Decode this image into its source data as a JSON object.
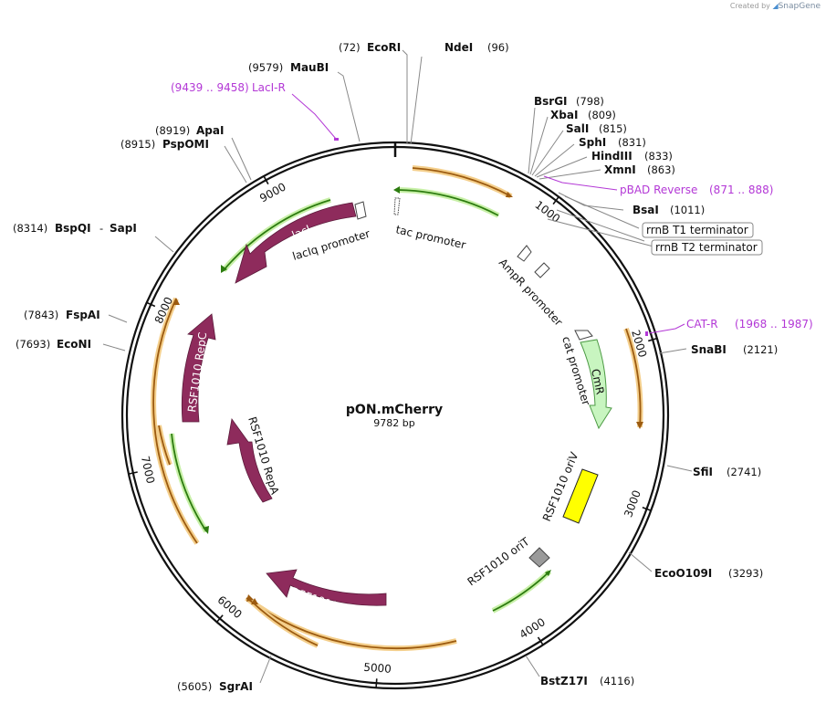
{
  "credit": {
    "prefix": "Created by",
    "brand": "SnapGene"
  },
  "plasmid": {
    "name": "pON.mCherry",
    "length_label": "9782 bp",
    "length": 9782
  },
  "ticks": [
    {
      "pos": 1000,
      "label": "1000"
    },
    {
      "pos": 2000,
      "label": "2000"
    },
    {
      "pos": 3000,
      "label": "3000"
    },
    {
      "pos": 4000,
      "label": "4000"
    },
    {
      "pos": 5000,
      "label": "5000"
    },
    {
      "pos": 6000,
      "label": "6000"
    },
    {
      "pos": 7000,
      "label": "7000"
    },
    {
      "pos": 8000,
      "label": "8000"
    },
    {
      "pos": 9000,
      "label": "9000"
    }
  ],
  "sites": [
    {
      "name": "EcoRI",
      "pos": "(72)",
      "bp": 72
    },
    {
      "name": "NdeI",
      "pos": "(96)",
      "bp": 96
    },
    {
      "name": "MauBI",
      "pos": "(9579)",
      "bp": 9579
    },
    {
      "name": "ApaI",
      "pos": "(8919)",
      "bp": 8919
    },
    {
      "name": "PspOMI",
      "pos": "(8915)",
      "bp": 8915
    },
    {
      "name": "BspQI",
      "sep": "-",
      "name2": "SapI",
      "pos": "(8314)",
      "bp": 8314
    },
    {
      "name": "FspAI",
      "pos": "(7843)",
      "bp": 7843
    },
    {
      "name": "EcoNI",
      "pos": "(7693)",
      "bp": 7693
    },
    {
      "name": "SgrAI",
      "pos": "(5605)",
      "bp": 5605
    },
    {
      "name": "BsrGI",
      "pos": "(798)",
      "bp": 798
    },
    {
      "name": "XbaI",
      "pos": "(809)",
      "bp": 809
    },
    {
      "name": "SalI",
      "pos": "(815)",
      "bp": 815
    },
    {
      "name": "SphI",
      "pos": "(831)",
      "bp": 831
    },
    {
      "name": "HindIII",
      "pos": "(833)",
      "bp": 833
    },
    {
      "name": "XmnI",
      "pos": "(863)",
      "bp": 863
    },
    {
      "name": "BsaI",
      "pos": "(1011)",
      "bp": 1011
    },
    {
      "name": "SnaBI",
      "pos": "(2121)",
      "bp": 2121
    },
    {
      "name": "SfiI",
      "pos": "(2741)",
      "bp": 2741
    },
    {
      "name": "EcoO109I",
      "pos": "(3293)",
      "bp": 3293
    },
    {
      "name": "BstZ17I",
      "pos": "(4116)",
      "bp": 4116
    }
  ],
  "primers": [
    {
      "name": "LacI-R",
      "range": "(9439 .. 9458)"
    },
    {
      "name": "pBAD Reverse",
      "range": "(871 .. 888)"
    },
    {
      "name": "CAT-R",
      "range": "(1968 .. 1987)"
    }
  ],
  "terminators": [
    {
      "name": "rrnB T1 terminator"
    },
    {
      "name": "rrnB T2 terminator"
    }
  ],
  "features": [
    {
      "name": "lacI",
      "type": "CDS",
      "start": 8400,
      "end": 9450,
      "color": "#8e2b5c"
    },
    {
      "name": "lacIq promoter",
      "type": "promoter"
    },
    {
      "name": "tac promoter",
      "type": "promoter"
    },
    {
      "name": "AmpR promoter",
      "type": "promoter"
    },
    {
      "name": "cat promoter",
      "type": "promoter"
    },
    {
      "name": "CmR",
      "type": "CDS",
      "start": 1700,
      "end": 2360,
      "color": "#c8f5c0"
    },
    {
      "name": "RSF1010 oriV",
      "type": "rep_origin",
      "color": "#ffff00"
    },
    {
      "name": "RSF1010 oriT",
      "type": "oriT",
      "color": "#999999"
    },
    {
      "name": "RSF1010 RepB",
      "type": "CDS",
      "color": "#8e2b5c"
    },
    {
      "name": "RSF1010 RepA",
      "type": "CDS",
      "color": "#8e2b5c"
    },
    {
      "name": "RSF1010 RepC",
      "type": "CDS",
      "color": "#8e2b5c"
    }
  ],
  "colors": {
    "cds": "#8e2b5c",
    "primer": "#b338d6",
    "orange_arc": "#e89b2e",
    "green_arc": "#3aa015",
    "orivColor": "#ffff00"
  }
}
